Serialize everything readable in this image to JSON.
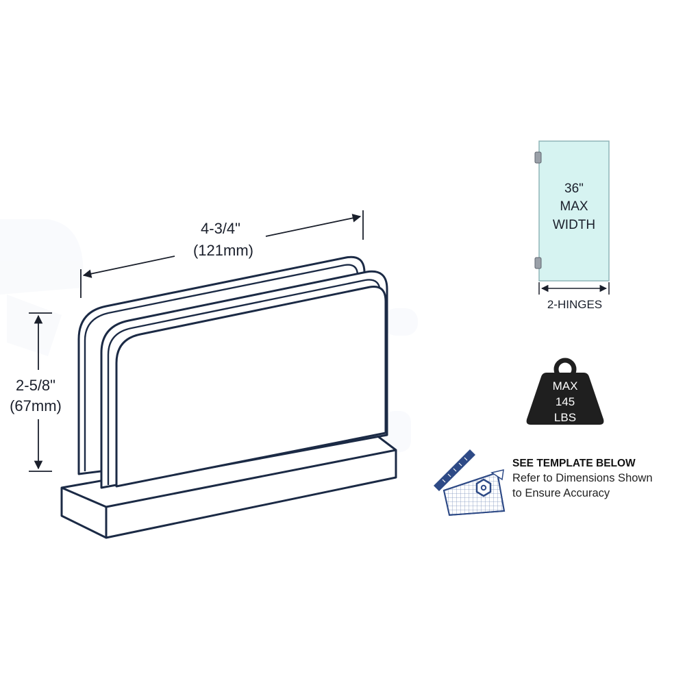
{
  "hinge_drawing": {
    "width_label_imperial": "4-3/4\"",
    "width_label_metric": "(121mm)",
    "height_label_imperial": "2-5/8\"",
    "height_label_metric": "(67mm)"
  },
  "door_panel": {
    "width_value": "36\"",
    "width_line1": "MAX",
    "width_line2": "WIDTH",
    "hinges_label": "2-HINGES",
    "glass_color": "#d6f3f1"
  },
  "weight_badge": {
    "line1": "MAX",
    "line2": "145",
    "line3": "LBS",
    "icon": "weight-icon"
  },
  "template_note": {
    "icon": "template-ruler-icon",
    "heading": "SEE TEMPLATE BELOW",
    "line1": "Refer to Dimensions Shown",
    "line2": "to Ensure Accuracy"
  },
  "colors": {
    "outline": "#1b2a45",
    "accent_blue": "#2e4a86",
    "weight_fill": "#1f1f1f"
  }
}
